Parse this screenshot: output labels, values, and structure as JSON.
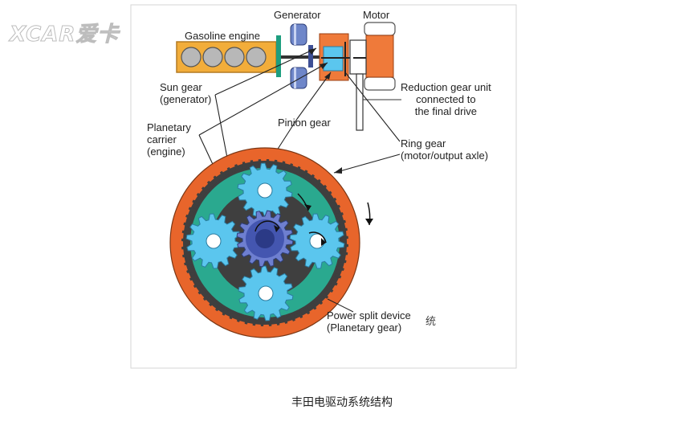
{
  "watermark": "XCAR爱卡",
  "labels": {
    "generator": "Generator",
    "motor": "Motor",
    "gasoline_engine": "Gasoline engine",
    "sun_gear": "Sun gear\n(generator)",
    "reduction_gear": "Reduction gear unit\nconnected to\nthe final drive",
    "planetary_carrier": "Planetary\ncarrier\n(engine)",
    "pinion_gear": "Pinion gear",
    "ring_gear": "Ring gear\n(motor/output axle)",
    "power_split": "Power split device\n(Planetary gear)",
    "stray_text": "统"
  },
  "caption": "丰田电驱动系统结构",
  "colors": {
    "ring": "#e8652b",
    "ring_teeth": "#3f3f3f",
    "carrier": "#2aa98f",
    "pinion": "#5bc6ee",
    "sun": "#6e7fd0",
    "engine_block": "#f2ad3a",
    "generator": "#6e86c9",
    "motor": "#ef7a3a"
  }
}
